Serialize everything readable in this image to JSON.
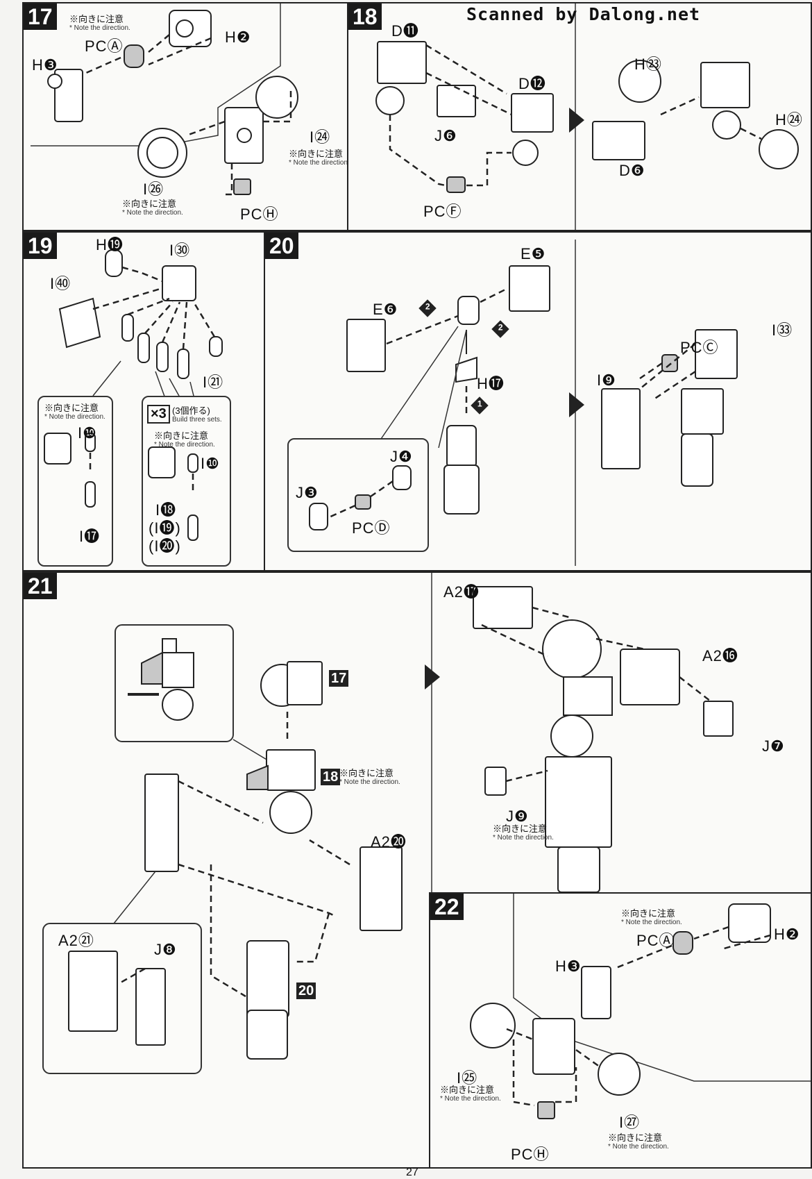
{
  "header": {
    "scan_credit": "Scanned by Dalong.net",
    "page_number": "27"
  },
  "note_jp": "※向きに注意",
  "note_en": "* Note the direction.",
  "steps": {
    "s17": {
      "number": "17",
      "labels": {
        "pc_a": "PCⒶ",
        "h2": "H❷",
        "h3": "H❸",
        "i24": "I㉔",
        "i26": "I㉖",
        "pc_h": "PCⒽ"
      }
    },
    "s18": {
      "number": "18",
      "labels": {
        "d11": "D⓫",
        "d12": "D⓬",
        "j6": "J❻",
        "pc_f": "PCⒻ",
        "h23": "H㉓",
        "h24": "H㉔",
        "d6": "D❻"
      }
    },
    "s19": {
      "number": "19",
      "labels": {
        "h19": "H⓳",
        "i30": "I㉚",
        "i40": "I㊵",
        "i21": "I㉑",
        "i10a": "I❿",
        "i17": "I⓱",
        "i10b": "I❿",
        "i18": "I⓲",
        "i19": "(I⓳)",
        "i20": "(I⓴)"
      },
      "x3_label": "×3",
      "x3_jp": "(3個作る)",
      "x3_en": "Build three sets."
    },
    "s20": {
      "number": "20",
      "labels": {
        "e5": "E❺",
        "e6": "E❻",
        "h17": "H⓱",
        "j4": "J❹",
        "j3": "J❸",
        "pc_d": "PCⒹ",
        "pc_c": "PCⒸ",
        "i33": "I㉝",
        "i9": "I❾"
      },
      "markers": [
        "2",
        "2",
        "1"
      ]
    },
    "s21": {
      "number": "21",
      "labels": {
        "a2_17": "A2⓱",
        "a2_16": "A2⓰",
        "j7": "J❼",
        "j9": "J❾",
        "a2_20": "A2⓴",
        "a2_21": "A2㉑",
        "j8": "J❽"
      },
      "refs": {
        "r17": "17",
        "r18": "18",
        "r20": "20"
      }
    },
    "s22": {
      "number": "22",
      "labels": {
        "pc_a": "PCⒶ",
        "h2": "H❷",
        "h3": "H❸",
        "i25": "I㉕",
        "i27": "I㉗",
        "pc_h": "PCⒽ"
      }
    }
  }
}
